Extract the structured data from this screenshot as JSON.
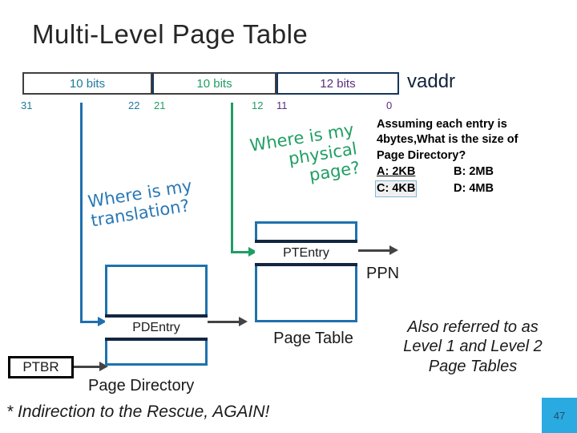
{
  "slide": {
    "title": "Multi-Level Page Table",
    "page_number": "47"
  },
  "vaddr": {
    "label": "vaddr",
    "fields": [
      {
        "name": "page-directory-index",
        "label": "10 bits",
        "color": "#1f7a9e"
      },
      {
        "name": "page-table-index",
        "label": "10 bits",
        "color": "#1f9e63"
      },
      {
        "name": "page-offset",
        "label": "12 bits",
        "color": "#5b2d82"
      }
    ],
    "bit_labels": {
      "b31": "31",
      "b22": "22",
      "b21": "21",
      "b12": "12",
      "b11": "11",
      "b0": "0"
    }
  },
  "annotations": {
    "translation": "Where is my\ntranslation?",
    "physical": "Where is my\nphysical\npage?"
  },
  "question": {
    "line1": "Assuming each entry is",
    "line2": "4bytes,What is the size of",
    "line3": "Page Directory?",
    "answers": {
      "a": "A: 2KB",
      "b": "B: 2MB",
      "c": "C: 4KB",
      "d": "D: 4MB"
    }
  },
  "diagram": {
    "pdentry_label": "PDEntry",
    "ptentry_label": "PTEntry",
    "ptbr_label": "PTBR",
    "ppn_label": "PPN",
    "page_directory_label": "Page Directory",
    "page_table_label": "Page\nTable"
  },
  "footnotes": {
    "indirection": "* Indirection to the Rescue, AGAIN!",
    "also_referred": "Also referred to as Level 1 and Level 2 Page Tables"
  },
  "colors": {
    "blue": "#1f6fb0",
    "green": "#1f9e63",
    "purple": "#5b2d82",
    "navy": "#12263f",
    "gray": "#434343",
    "badge": "#29ABE2"
  }
}
